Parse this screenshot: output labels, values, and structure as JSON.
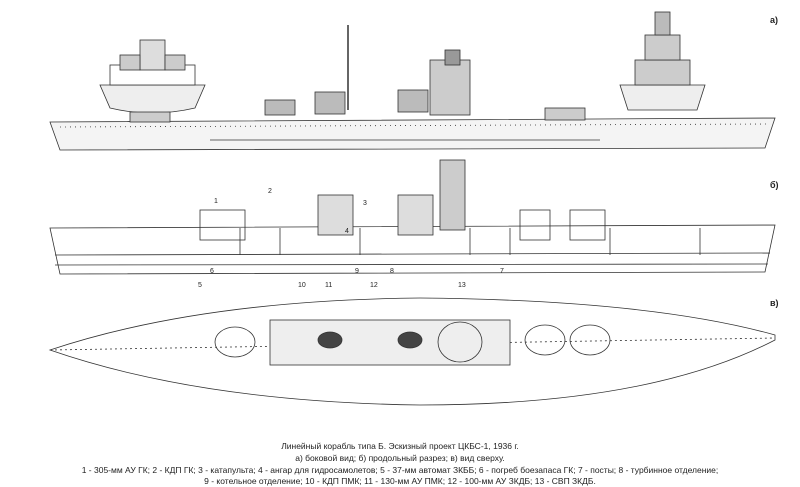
{
  "views": {
    "a": "а)",
    "b": "б)",
    "c": "в)"
  },
  "callouts": [
    "1",
    "2",
    "3",
    "4",
    "5",
    "6",
    "7",
    "8",
    "9",
    "10",
    "11",
    "12",
    "13"
  ],
  "caption": {
    "title": "Линейный корабль типа Б. Эскизный проект ЦКБС-1, 1936 г.",
    "subtitle": "а) боковой вид; б) продольный разрез; в) вид сверху.",
    "legend_line1": "1 - 305-мм АУ ГК; 2 - КДП ГК; 3 - катапульта; 4 - ангар для гидросамолетов; 5 - 37-мм автомат ЗКББ; 6 - погреб боезапаса ГК; 7 - посты; 8 - турбинное отделение;",
    "legend_line2": "9 - котельное отделение; 10 - КДП ПМК; 11 - 130-мм АУ ПМК; 12 - 100-мм АУ ЗКДБ; 13 - СВП ЗКДБ."
  }
}
